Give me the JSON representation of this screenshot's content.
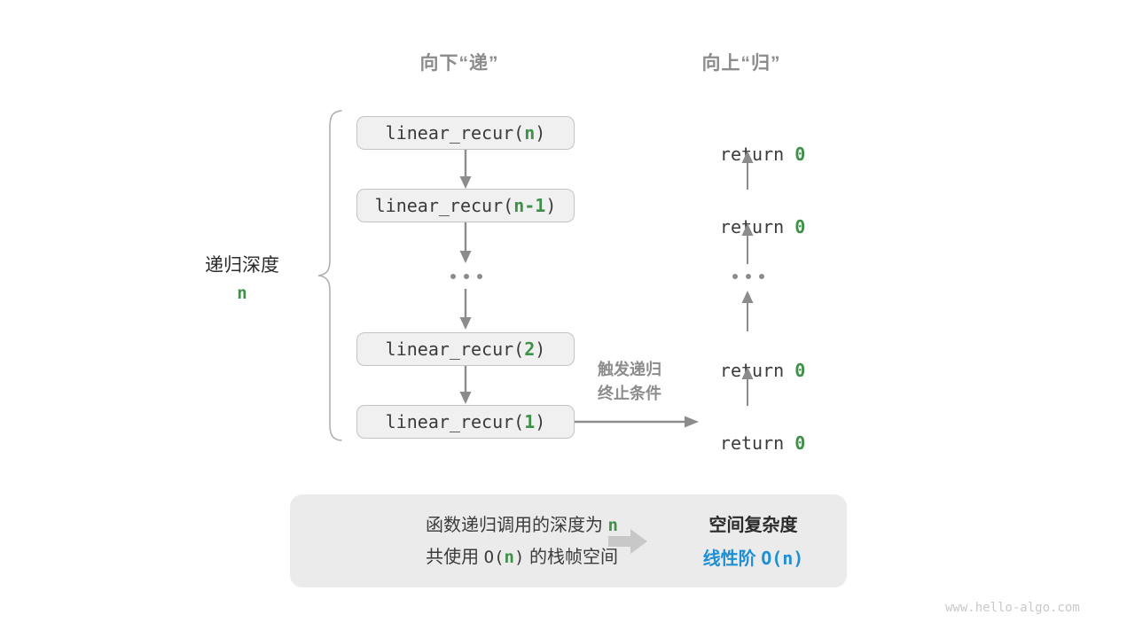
{
  "headers": {
    "down": "向下“递”",
    "up": "向上“归”"
  },
  "side_label": {
    "text": "递归深度",
    "variable": "n"
  },
  "call_stack": [
    {
      "prefix": "linear_recur(",
      "arg": "n",
      "suffix": ")"
    },
    {
      "prefix": "linear_recur(",
      "arg": "n-1",
      "suffix": ")"
    },
    {
      "ellipsis": "..."
    },
    {
      "prefix": "linear_recur(",
      "arg": "2",
      "suffix": ")"
    },
    {
      "prefix": "linear_recur(",
      "arg": "1",
      "suffix": ")"
    }
  ],
  "returns": [
    {
      "keyword": "return",
      "value": "0"
    },
    {
      "keyword": "return",
      "value": "0"
    },
    {
      "ellipsis": "..."
    },
    {
      "keyword": "return",
      "value": "0"
    },
    {
      "keyword": "return",
      "value": "0"
    }
  ],
  "trigger_note": {
    "line1": "触发递归",
    "line2": "终止条件"
  },
  "summary": {
    "line1_a": "函数递归调用的深度为",
    "line1_var": "n",
    "line2_a": "共使用",
    "line2_mono": "O(",
    "line2_var": "n",
    "line2_mono2": ")",
    "line2_b": "的栈帧空间",
    "arrow_icon": "right-block-arrow",
    "title": "空间复杂度",
    "value_text": "线性阶",
    "value_mono": "O(n)"
  },
  "watermark": "www.hello-algo.com",
  "colors": {
    "green": "#3f9149",
    "blue": "#1f8fd4",
    "gray": "#8c8c8c",
    "box_fill": "#f0f0f0",
    "box_border": "#c4c4c4",
    "panel_fill": "#ebebeb",
    "text_dark": "#3b3b3b"
  }
}
